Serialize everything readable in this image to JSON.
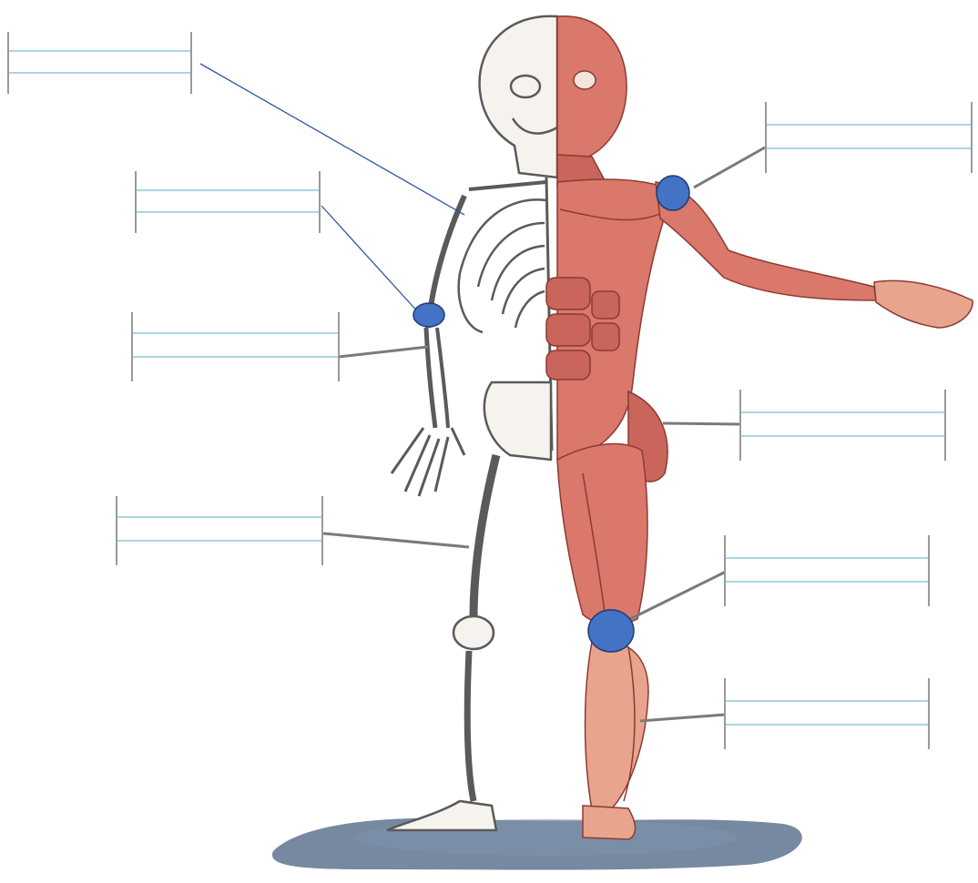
{
  "diagram": {
    "label_boxes": [
      {
        "id": "box-1",
        "text": ""
      },
      {
        "id": "box-2",
        "text": ""
      },
      {
        "id": "box-3",
        "text": ""
      },
      {
        "id": "box-4",
        "text": ""
      },
      {
        "id": "box-5",
        "text": ""
      },
      {
        "id": "box-6",
        "text": ""
      },
      {
        "id": "box-7",
        "text": ""
      },
      {
        "id": "box-8",
        "text": ""
      }
    ],
    "marker_color": "#4472c4",
    "marker_outline": "#1f3b73",
    "pointer_color_blue": "#2f55a4",
    "pointer_color_gray": "#7a7a7a",
    "muscle_color": "#d9786b",
    "muscle_dark": "#b54d44",
    "bone_color": "#f6f3ee",
    "bone_outline": "#5a5a5a",
    "ground_color": "#6c7f9a"
  }
}
